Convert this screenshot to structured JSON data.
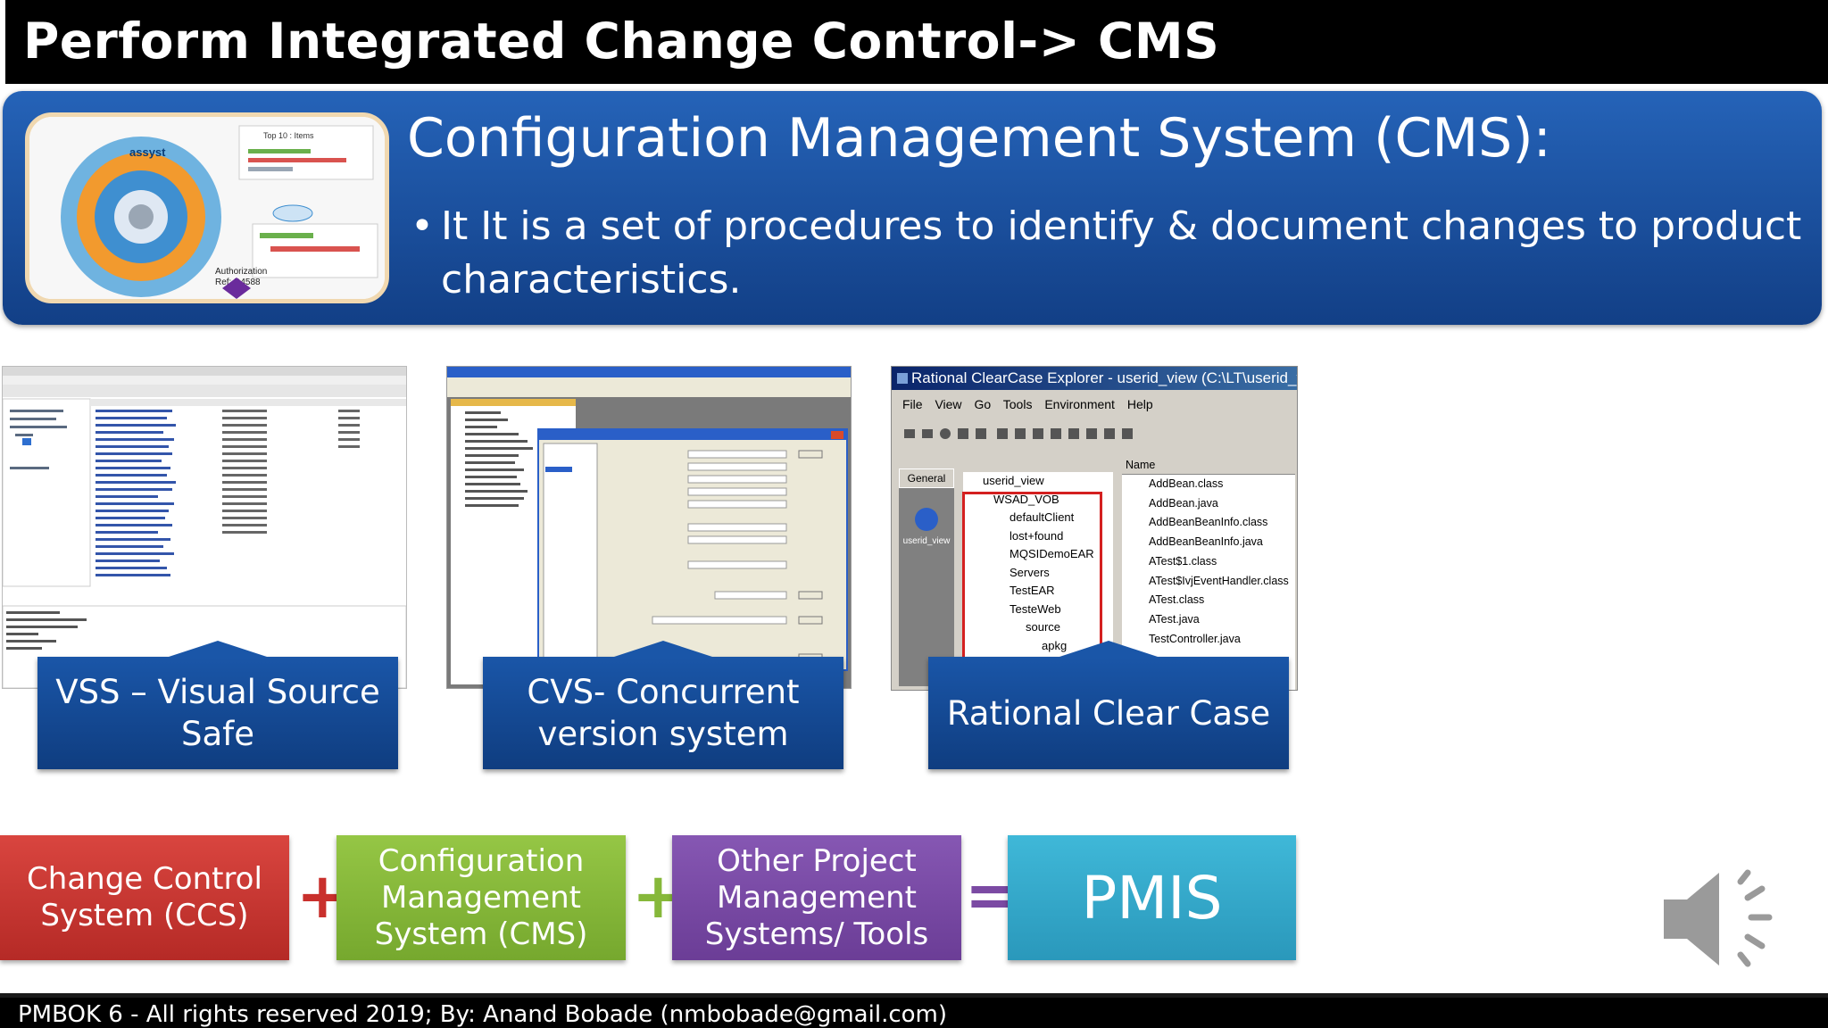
{
  "slide": {
    "title": "Perform Integrated Change Control-> CMS",
    "heading": "Configuration Management System (CMS):",
    "bullet": "It It is a set of procedures to identify & document changes to product characteristics."
  },
  "tools": [
    {
      "label_line1": "VSS – Visual Source",
      "label_line2": "Safe"
    },
    {
      "label_line1": "CVS- Concurrent",
      "label_line2": "version system"
    },
    {
      "label_line1": "Rational Clear Case"
    }
  ],
  "clearcase": {
    "window_title": "Rational ClearCase Explorer - userid_view (C:\\LT\\userid_vie",
    "menu": [
      "File",
      "View",
      "Go",
      "Tools",
      "Environment",
      "Help"
    ],
    "shortcut_tab": "General",
    "shortcut_label": "userid_view",
    "tree": [
      "userid_view",
      "WSAD_VOB",
      "defaultClient",
      "lost+found",
      "MQSIDemoEAR",
      "Servers",
      "TestEAR",
      "TesteWeb",
      "source",
      "apkg"
    ],
    "list_header": "Name",
    "files": [
      "AddBean.class",
      "AddBean.java",
      "AddBeanBeanInfo.class",
      "AddBeanBeanInfo.java",
      "ATest$1.class",
      "ATest$IvjEventHandler.class",
      "ATest.class",
      "ATest.java",
      "TestController.java"
    ]
  },
  "thumbnail": {
    "brand": "assyst",
    "chart_title": "Top 10 : Items",
    "auth_line1": "Authorization",
    "auth_line2": "Ref: D4588"
  },
  "equation": {
    "ccs": {
      "line1": "Change Control",
      "line2": "System (CCS)"
    },
    "cms": {
      "line1": "Configuration",
      "line2": "Management",
      "line3": "System (CMS)"
    },
    "other": {
      "line1": "Other Project",
      "line2": "Management",
      "line3": "Systems/ Tools"
    },
    "pmis": "PMIS",
    "plus": "+",
    "equals": "="
  },
  "colors": {
    "ccs": "#c9302c",
    "cms": "#86b83a",
    "other": "#7b4aa3",
    "pmis": "#35aacb",
    "banner": "#1a4e9c"
  },
  "icons": [
    "speaker-icon"
  ],
  "footer": "PMBOK 6 - All rights reserved 2019; By: Anand Bobade (nmbobade@gmail.com)"
}
